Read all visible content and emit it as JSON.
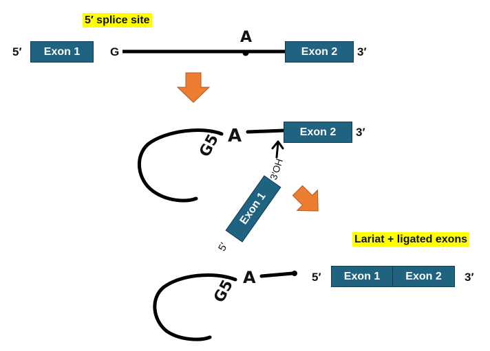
{
  "labels": {
    "splice_site": "5′ splice site",
    "lariat_title": "Lariat + ligated exons",
    "five_prime": "5′",
    "three_prime": "3′",
    "g": "G",
    "a": "A",
    "oh": "3′OH",
    "gs": "G5′"
  },
  "exons": {
    "exon1": "Exon 1",
    "exon2": "Exon 2"
  },
  "colors": {
    "exon_fill": "#1f6380",
    "arrow": "#ed7d31",
    "highlight": "#ffff00"
  }
}
